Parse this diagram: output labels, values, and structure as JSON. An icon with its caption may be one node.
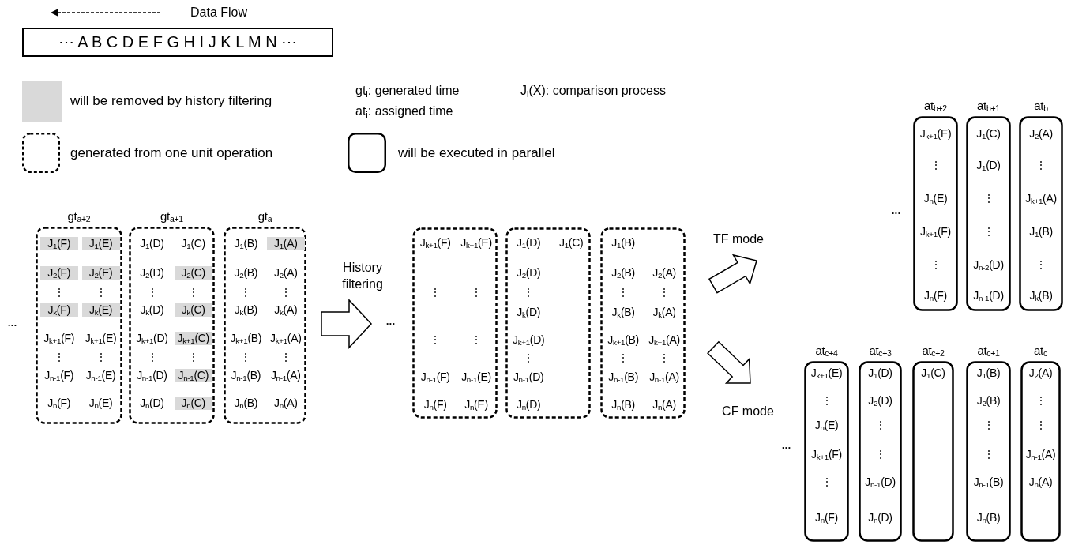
{
  "diagram": {
    "nodes": [
      {
        "text": [
          "⋯ A B C D E F G H I J K L M N ⋯"
        ]
      },
      {
        "text": [
          "gt$_{a+2}$",
          "⋮",
          "⋮",
          "J$_{k+1}$(F)",
          "J$_{k+1}$(E)",
          "⋮",
          "⋮",
          "J$_{n-1}$(F)",
          "J$_{n-1}$(E)",
          "J$_{n}$(F)",
          "J$_{n}$(E)"
        ]
      },
      {
        "text": [
          "J$_{1}$(F)"
        ],
        "in": 1
      },
      {
        "text": [
          "J$_{1}$(E)"
        ],
        "in": 1
      },
      {
        "text": [
          "J$_{2}$(F)"
        ],
        "in": 1
      },
      {
        "text": [
          "J$_{2}$(E)"
        ],
        "in": 1
      },
      {
        "text": [
          "J$_{k}$(F)"
        ],
        "in": 1
      },
      {
        "text": [
          "J$_{k}$(E)"
        ],
        "in": 1
      },
      {
        "text": [
          "gt$_{a+1}$",
          "J$_{1}$(D)",
          "J$_{1}$(C)",
          "J$_{2}$(D)",
          "⋮",
          "⋮",
          "J$_{k}$(D)",
          "J$_{k+1}$(D)",
          "⋮",
          "⋮",
          "J$_{n-1}$(D)",
          "J$_{n}$(D)"
        ]
      },
      {
        "text": [
          "J$_{2}$(C)"
        ],
        "in": 8
      },
      {
        "text": [
          "J$_{k}$(C)"
        ],
        "in": 8
      },
      {
        "text": [
          "J$_{k+1}$(C)"
        ],
        "in": 8
      },
      {
        "text": [
          "J$_{n-1}$(C)"
        ],
        "in": 8
      },
      {
        "text": [
          "J$_{n}$(C)"
        ],
        "in": 8
      },
      {
        "text": [
          "gt$_{a}$",
          "J$_{1}$(B)",
          "J$_{2}$(B)",
          "J$_{2}$(A)",
          "⋮",
          "⋮",
          "J$_{k}$(B)",
          "J$_{k}$(A)",
          "J$_{k+1}$(B)",
          "J$_{k+1}$(A)",
          "⋮",
          "⋮",
          "J$_{n-1}$(B)",
          "J$_{n-1}$(A)",
          "J$_{n}$(B)",
          "J$_{n}$(A)"
        ]
      },
      {
        "text": [
          "J$_{1}$(A)"
        ],
        "in": 14
      },
      {
        "text": [
          "J$_{k+1}$(F)",
          "J$_{k+1}$(E)",
          "⋮",
          "⋮",
          "⋮",
          "⋮",
          "J$_{n-1}$(F)",
          "J$_{n-1}$(E)",
          "J$_{n}$(F)",
          "J$_{n}$(E)"
        ]
      },
      {
        "text": [
          "J$_{1}$(D)",
          "J$_{1}$(C)",
          "J$_{2}$(D)",
          "⋮",
          "J$_{k}$(D)",
          "J$_{k+1}$(D)",
          "⋮",
          "J$_{n-1}$(D)",
          "J$_{n}$(D)"
        ]
      },
      {
        "text": [
          "J$_{1}$(B)",
          "J$_{2}$(B)",
          "J$_{2}$(A)",
          "⋮",
          "⋮",
          "J$_{k}$(B)",
          "J$_{k}$(A)",
          "J$_{k+1}$(B)",
          "J$_{k+1}$(A)",
          "⋮",
          "⋮",
          "J$_{n-1}$(B)",
          "J$_{n-1}$(A)",
          "J$_{n}$(B)",
          "J$_{n}$(A)"
        ]
      },
      {
        "text": [
          "at$_{b+2}$",
          "J$_{k+1}$(E)",
          "⋮",
          "J$_{n}$(E)",
          "J$_{k+1}$(F)",
          "⋮",
          "J$_{n}$(F)"
        ]
      },
      {
        "text": [
          "at$_{b+1}$",
          "J$_{1}$(C)",
          "J$_{1}$(D)",
          "⋮",
          "⋮",
          "J$_{n-2}$(D)",
          "J$_{n-1}$(D)"
        ]
      },
      {
        "text": [
          "at$_{b}$",
          "J$_{2}$(A)",
          "⋮",
          "J$_{k+1}$(A)",
          "J$_{1}$(B)",
          "⋮",
          "J$_{k}$(B)"
        ]
      },
      {
        "text": [
          "at$_{c+4}$",
          "J$_{k+1}$(E)",
          "⋮",
          "J$_{n}$(E)",
          "J$_{k+1}$(F)",
          "⋮",
          "J$_{n}$(F)"
        ]
      },
      {
        "text": [
          "at$_{c+3}$",
          "J$_{1}$(D)",
          "J$_{2}$(D)",
          "⋮",
          "⋮",
          "J$_{n-1}$(D)",
          "J$_{n}$(D)"
        ]
      },
      {
        "text": [
          "at$_{c+2}$",
          "J$_{1}$(C)"
        ]
      },
      {
        "text": [
          "at$_{c+1}$",
          "J$_{1}$(B)",
          "J$_{2}$(B)",
          "⋮",
          "⋮",
          "J$_{n-1}$(B)",
          "J$_{n}$(B)"
        ]
      },
      {
        "text": [
          "at$_{c}$",
          "J$_{2}$(A)",
          "⋮",
          "⋮",
          "J$_{n-1}$(A)",
          "J$_{n}$(A)"
        ]
      }
    ],
    "edges": [
      {
        "from": 14,
        "to": 16,
        "arrow": "to",
        "label": "History filtering"
      },
      {
        "from": 18,
        "to": null,
        "arrow": "to",
        "label": "TF mode"
      },
      {
        "from": 18,
        "to": null,
        "arrow": "to",
        "label": "CF mode"
      }
    ],
    "labels": [
      "Data Flow",
      "gt$_{i}$: generated time",
      "J$_{i}$(X): comparison process",
      "at$_{i}$: assigned time",
      "•••",
      "•••",
      "•••",
      "•••"
    ],
    "legend": [
      {
        "text": "will be removed by history filtering",
        "color": "#d9d9d9"
      },
      {
        "text": "generated from one unit operation"
      },
      {
        "text": "will be executed in parallel"
      }
    ]
  }
}
